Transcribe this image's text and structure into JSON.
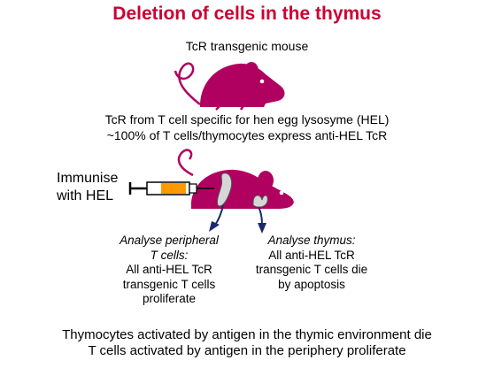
{
  "title": "Deletion of cells in the thymus",
  "mouse_caption": "TcR transgenic mouse",
  "tcr_description": {
    "line1": "TcR from T cell specific for hen egg lysosyme (HEL)",
    "line2": "~100% of T cells/thymocytes express anti-HEL TcR"
  },
  "immunise_label": "Immunise with HEL",
  "periphery": {
    "heading_line1": "Analyse peripheral",
    "heading_line2": "T cells:",
    "result_line1": "All anti-HEL TcR",
    "result_line2": "transgenic T cells",
    "result_line3": "proliferate"
  },
  "thymus": {
    "heading": "Analyse thymus:",
    "result_line1": "All anti-HEL TcR",
    "result_line2": "transgenic T cells die",
    "result_line3": "by apoptosis"
  },
  "footer": {
    "line1": "Thymocytes activated by antigen in the thymic environment die",
    "line2": "T cells activated by antigen in the periphery proliferate"
  },
  "colors": {
    "title": "#cc0033",
    "mouse": "#b00060",
    "syringe_fill": "#ff9900",
    "arrow": "#1a2a6c",
    "organ": "#d6d6d6"
  }
}
